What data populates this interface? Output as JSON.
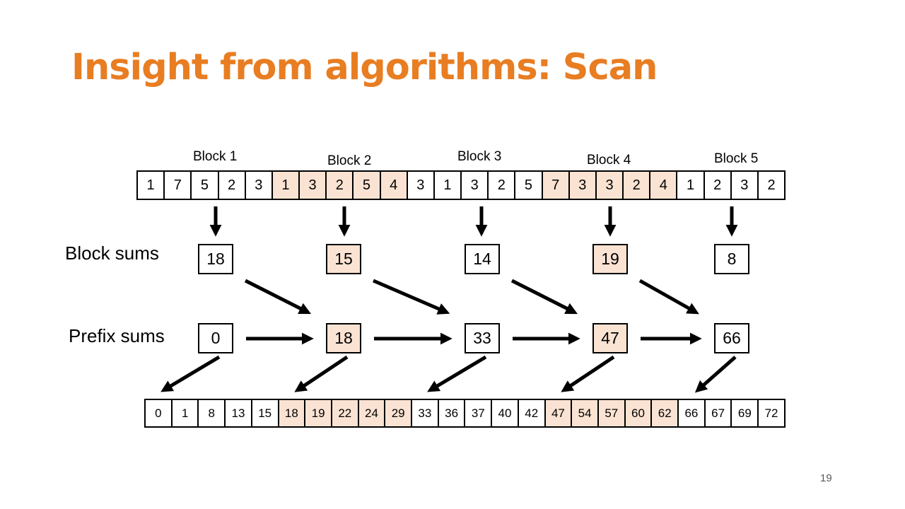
{
  "slide": {
    "title": "Insight from algorithms: Scan",
    "page_number": "19"
  },
  "colors": {
    "accent": "#E87D22",
    "highlight": "#FAE3D3"
  },
  "diagram": {
    "block_labels": [
      "Block 1",
      "Block 2",
      "Block 3",
      "Block 4",
      "Block 5"
    ],
    "input_array": {
      "values": [
        1,
        7,
        5,
        2,
        3,
        1,
        3,
        2,
        5,
        4,
        3,
        1,
        3,
        2,
        5,
        7,
        3,
        3,
        2,
        4,
        1,
        2,
        3,
        2
      ],
      "highlighted_indices": [
        5,
        6,
        7,
        8,
        9,
        15,
        16,
        17,
        18,
        19
      ]
    },
    "block_sums": {
      "label": "Block sums",
      "values": [
        18,
        15,
        14,
        19,
        8
      ],
      "highlighted_indices": [
        1,
        3
      ]
    },
    "prefix_sums": {
      "label": "Prefix sums",
      "values": [
        0,
        18,
        33,
        47,
        66
      ],
      "highlighted_indices": [
        1,
        3
      ]
    },
    "output_array": {
      "values": [
        0,
        1,
        8,
        13,
        15,
        18,
        19,
        22,
        24,
        29,
        33,
        36,
        37,
        40,
        42,
        47,
        54,
        57,
        60,
        62,
        66,
        67,
        69,
        72
      ],
      "highlighted_indices": [
        5,
        6,
        7,
        8,
        9,
        15,
        16,
        17,
        18,
        19
      ]
    }
  }
}
